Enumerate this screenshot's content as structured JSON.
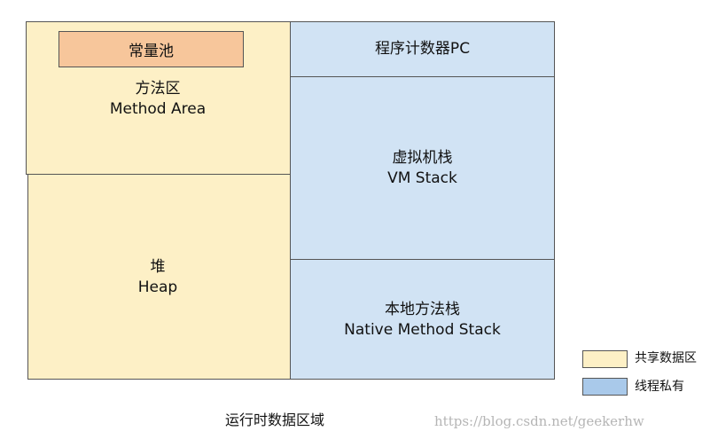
{
  "diagram": {
    "caption": "运行时数据区域",
    "constant_pool": "常量池",
    "method_area": {
      "zh": "方法区",
      "en": "Method Area"
    },
    "heap": {
      "zh": "堆",
      "en": "Heap"
    },
    "pc_register": "程序计数器PC",
    "vm_stack": {
      "zh": "虚拟机栈",
      "en": "VM Stack"
    },
    "native_stack": {
      "zh": "本地方法栈",
      "en": "Native Method Stack"
    }
  },
  "legend": {
    "shared": {
      "label": "共享数据区",
      "color": "#fdf0c6"
    },
    "private": {
      "label": "线程私有",
      "color": "#a9c9ea"
    }
  },
  "colors": {
    "shared_fill": "#fdf0c6",
    "private_fill": "#d1e3f4",
    "constant_pool_fill": "#f7c69b",
    "border": "#555555"
  },
  "watermark": "https://blog.csdn.net/geekerhw"
}
